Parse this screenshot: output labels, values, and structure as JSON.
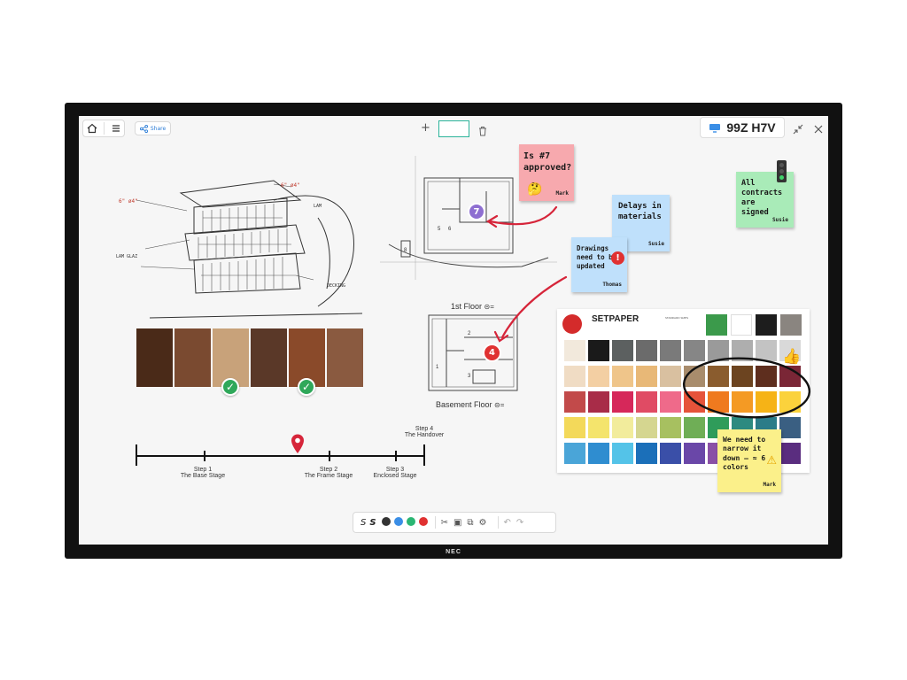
{
  "topbar": {
    "share_label": "Share",
    "room_code": "99Z H7V"
  },
  "sketch": {
    "annot_1": "6\" ø4\"",
    "annot_2": "6\" ø4\"",
    "annot_3": "LAM",
    "annot_4": "LAM\nGLAZ",
    "annot_5": "DECKING"
  },
  "wood_swatches": [
    "#4a2a18",
    "#7a4a30",
    "#c8a27a",
    "#5a3828",
    "#8a4a2a",
    "#8a5a40"
  ],
  "wood_approved": [
    false,
    false,
    true,
    false,
    true,
    false
  ],
  "floorplan": {
    "first_floor_label": "1st Floor",
    "basement_label": "Basement Floor",
    "badge_first": "7",
    "badge_basement": "4",
    "room_numbers_first": [
      "5",
      "6",
      "8"
    ],
    "room_numbers_basement": [
      "1",
      "2",
      "3"
    ]
  },
  "notes": {
    "approved": {
      "text": "Is #7 approved?",
      "author": "Mark",
      "color": "#f7a9ae"
    },
    "delays": {
      "text": "Delays in materials",
      "author": "Susie",
      "color": "#bfe0fb"
    },
    "drawings": {
      "text": "Drawings need to be updated",
      "author": "Thomas",
      "color": "#bfe0fb"
    },
    "contracts": {
      "text": "All contracts are signed",
      "author": "Susie",
      "color": "#a9ebb8"
    },
    "narrow": {
      "text": "We need to narrow it down – ≈ 6 colors",
      "author": "Mark",
      "color": "#fbf08a"
    }
  },
  "setpaper": {
    "brand": "SETPAPER",
    "subtitle": "STANDARD SIZES",
    "palette": [
      [
        "#3b9a4b",
        "#ffffff",
        "#1d1d1d",
        "#8a8580"
      ],
      [
        "#f2e9dc",
        "#1a1a1a",
        "#5c6060",
        "#6b6b6b",
        "#7a7a7a",
        "#868686",
        "#9a9a9a",
        "#aeaeae",
        "#c3c3c3",
        "#d9d9d9"
      ],
      [
        "#f0dcc4",
        "#f3cfa3",
        "#efc58a",
        "#e8b877",
        "#d9c0a0",
        "#a88c6c",
        "#8a5c2e",
        "#6c4420",
        "#5e2e1e",
        "#7a2636"
      ],
      [
        "#c24a4a",
        "#a82c48",
        "#d6285a",
        "#e04b64",
        "#ef6a8a",
        "#e5533a",
        "#ef7a1f",
        "#f49a24",
        "#f6b316",
        "#fbd23c"
      ],
      [
        "#f3d95a",
        "#f4e46c",
        "#f2ec9c",
        "#d5d690",
        "#a7c060",
        "#6fae56",
        "#2f9c5a",
        "#2d8a80",
        "#2b7c88",
        "#3a5f82"
      ],
      [
        "#4aa5d8",
        "#2f8dd0",
        "#54c3e8",
        "#1b6fb9",
        "#3a4fa8",
        "#6a47a8",
        "#8a50a6",
        "#b44da0",
        "#8b3f91",
        "#5a2d7f"
      ]
    ]
  },
  "timeline": {
    "step1": "Step 1\nThe Base Stage",
    "step2": "Step 2\nThe Frame Stage",
    "step3": "Step 3\nEnclosed Stage",
    "step4": "Step 4\nThe Handover"
  },
  "toolbar": {
    "pen_colors": [
      "#333333",
      "#3a8ee6",
      "#2bb673",
      "#e03131"
    ]
  }
}
